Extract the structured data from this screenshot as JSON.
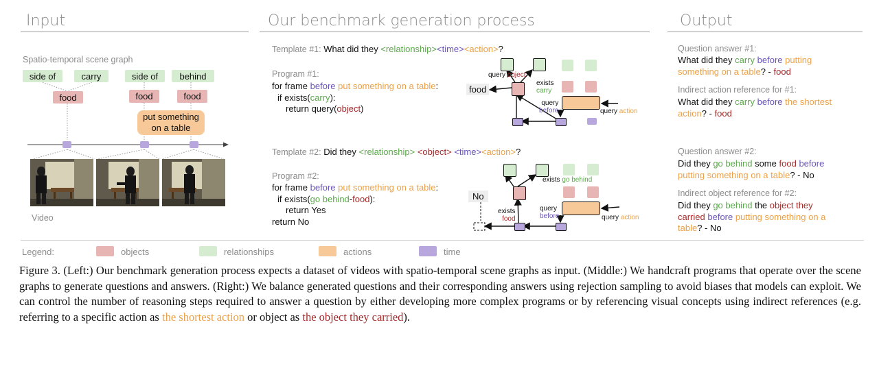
{
  "colors": {
    "objects": "#e7b5b3",
    "relationships": "#d6ecd1",
    "actions": "#f7c999",
    "time": "#b8a7dc",
    "object_text": "#a52a2a",
    "relationship_text": "#5aa94a",
    "action_text": "#eba14a",
    "time_text": "#6b55b8"
  },
  "sections": {
    "input": "Input",
    "process": "Our benchmark generation process",
    "output": "Output"
  },
  "input": {
    "graph_label": "Spatio-temporal scene graph",
    "nodes": {
      "side_of_1": "side of",
      "carry": "carry",
      "side_of_2": "side of",
      "behind": "behind",
      "food_1": "food",
      "food_2": "food",
      "food_3": "food",
      "action": "put something on a table"
    },
    "video_label": "Video"
  },
  "template1": {
    "prefix": "Template #1:",
    "text": "What did they",
    "tok_rel": "<relationship>",
    "tok_time": "<time>",
    "tok_action": "<action>",
    "suffix": "?"
  },
  "program1": {
    "title": "Program #1:",
    "l1_a": "for frame",
    "l1_b": "before",
    "l1_c": "put something on a table",
    ":": ":",
    "l2_a": "if exists(",
    "l2_b": "carry",
    "l2_c": "):",
    "l3_a": "return query(",
    "l3_b": "object",
    "l3_c": ")"
  },
  "diagram1": {
    "out": "food",
    "query": "query",
    "object": "object",
    "exists": "exists",
    "carry": "carry",
    "before": "before",
    "action": "action"
  },
  "template2": {
    "prefix": "Template #2:",
    "text": "Did they",
    "tok_rel": "<relationship>",
    "tok_obj": "<object>",
    "tok_time": "<time>",
    "tok_action": "<action>",
    "suffix": "?"
  },
  "program2": {
    "title": "Program #2:",
    "l1_a": "for frame",
    "l1_b": "before",
    "l1_c": "put something on a table",
    ":": ":",
    "l2_a": "if exists(",
    "l2_b": "go behind",
    "l2_c": "-",
    "l2_d": "food",
    "l2_e": "):",
    "l3": "return Yes",
    "l4": "return No"
  },
  "diagram2": {
    "out": "No",
    "exists": "exists",
    "go_behind": "go behind",
    "food": "food",
    "query": "query",
    "before": "before",
    "action": "action"
  },
  "output": {
    "qa1_title": "Question answer #1:",
    "qa1_l1_a": "What did they",
    "qa1_l1_b": "carry",
    "qa1_l1_c": "before",
    "qa1_l1_d": "putting",
    "qa1_l2_a": "something on a table",
    "qa1_l2_b": "? - ",
    "qa1_l2_c": "food",
    "ia_title": "Indirect action reference for #1:",
    "ia_l1_a": "What did they",
    "ia_l1_b": "carry",
    "ia_l1_c": "before",
    "ia_l1_d": "the shortest",
    "ia_l2_a": "action",
    "ia_l2_b": "? - ",
    "ia_l2_c": "food",
    "qa2_title": "Question answer #2:",
    "qa2_l1_a": "Did they",
    "qa2_l1_b": "go behind",
    "qa2_l1_c": "some",
    "qa2_l1_d": "food",
    "qa2_l1_e": "before",
    "qa2_l2_a": "putting something on a table",
    "qa2_l2_b": "? - No",
    "io_title": "Indirect object reference for #2:",
    "io_l1_a": "Did they",
    "io_l1_b": "go behind",
    "io_l1_c": "the",
    "io_l1_d": "object they",
    "io_l2_a": "carried",
    "io_l2_b": "before",
    "io_l2_c": "putting something on a",
    "io_l3_a": "table",
    "io_l3_b": "? - No"
  },
  "legend": {
    "title": "Legend:",
    "objects": "objects",
    "relationships": "relationships",
    "actions": "actions",
    "time": "time"
  },
  "caption": {
    "main": "Figure 3. (Left:) Our benchmark generation process expects a dataset of videos with spatio-temporal scene graphs as input. (Middle:) We handcraft programs that operate over the scene graphs to generate questions and answers. (Right:) We balance generated questions and their corresponding answers using rejection sampling to avoid biases that models can exploit. We can control the number of reasoning steps required to answer a question by either developing more complex programs or by referencing visual concepts using indirect references (e.g. referring to a specific action as ",
    "action_ref": "the shortest action",
    "mid": " or object as ",
    "object_ref": "the object they carried",
    "end": ")."
  }
}
